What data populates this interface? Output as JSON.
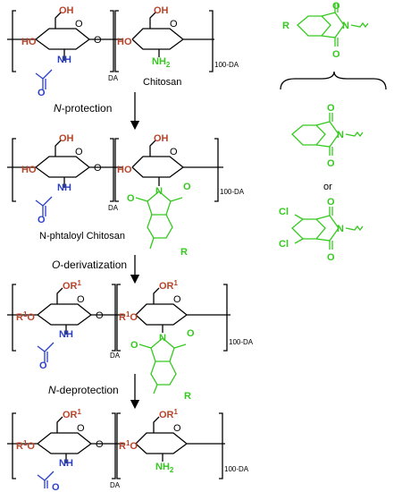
{
  "labels": {
    "chitosan": "Chitosan",
    "n_phthaloyl_chitosan": "N-phtaloyl Chitosan",
    "dp_a": "DA",
    "dp_b": "100-DA",
    "or": "or"
  },
  "steps": {
    "n_protection": {
      "italic": "N",
      "rest": "-protection"
    },
    "o_derivatization": {
      "italic": "O",
      "rest": "-derivatization"
    },
    "n_deprotection": {
      "italic": "N",
      "rest": "-deprotection"
    }
  },
  "atoms": {
    "OH": "OH",
    "HO": "HO",
    "O": "O",
    "NH": "NH",
    "NH2": "NH",
    "two": "2",
    "N": "N",
    "R": "R",
    "OR": "OR",
    "one": "1",
    "Cl": "Cl"
  },
  "colors": {
    "hydroxyl": "#b8442a",
    "amine_phthaloyl": "#35c91f",
    "acetamide": "#2a3fc9",
    "backbone": "#000000"
  }
}
